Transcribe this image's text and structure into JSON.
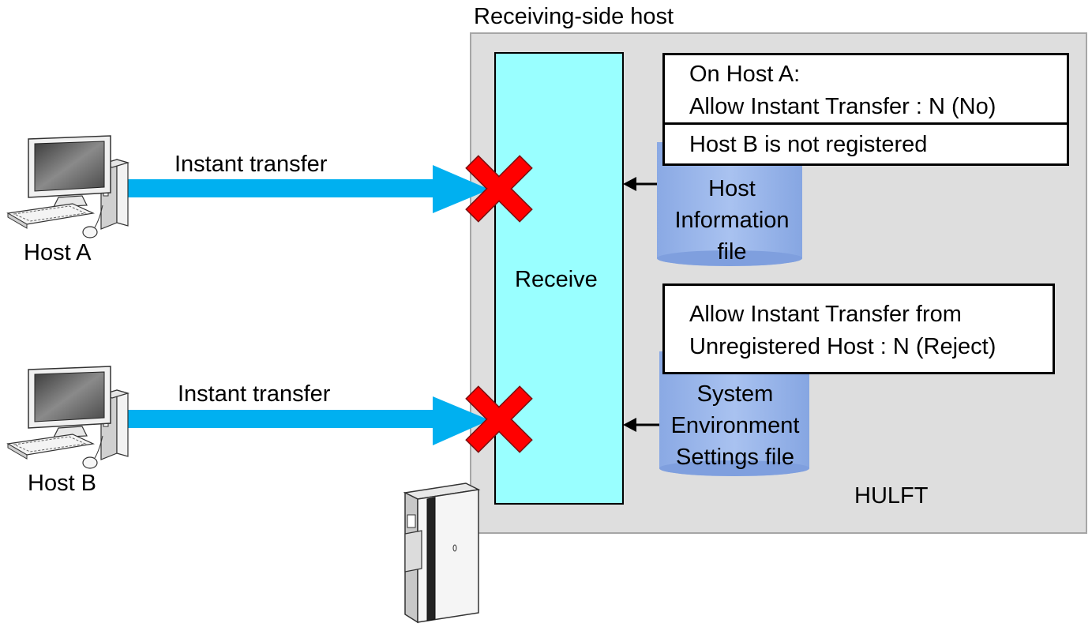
{
  "receiving_host": {
    "title": "Receiving-side  host"
  },
  "hulft": {
    "label": "HULFT"
  },
  "receive": {
    "label": "Receive"
  },
  "host_a": {
    "name": "Host  A",
    "transfer_label": "Instant  transfer",
    "rejected": true
  },
  "host_b": {
    "name": "Host B",
    "transfer_label": "Instant transfer",
    "rejected": true
  },
  "host_info_note": {
    "line1": "On Host A:",
    "line2": "Allow Instant Transfer : N (No)",
    "line3": "Host B is not registered"
  },
  "host_info_file": {
    "line1": "Host",
    "line2": "Information",
    "line3": "file"
  },
  "sys_env_note": {
    "line1": "Allow Instant Transfer from",
    "line2": "Unregistered Host : N (Reject)"
  },
  "sys_env_file": {
    "line1": "System",
    "line2": "Environment",
    "line3": "Settings  file"
  },
  "colors": {
    "arrow": "#00b0f0",
    "receive_fill": "#99ffff",
    "container_fill": "#dedede",
    "db_fill": "#97b5ea",
    "reject_x": "#ff0000"
  }
}
